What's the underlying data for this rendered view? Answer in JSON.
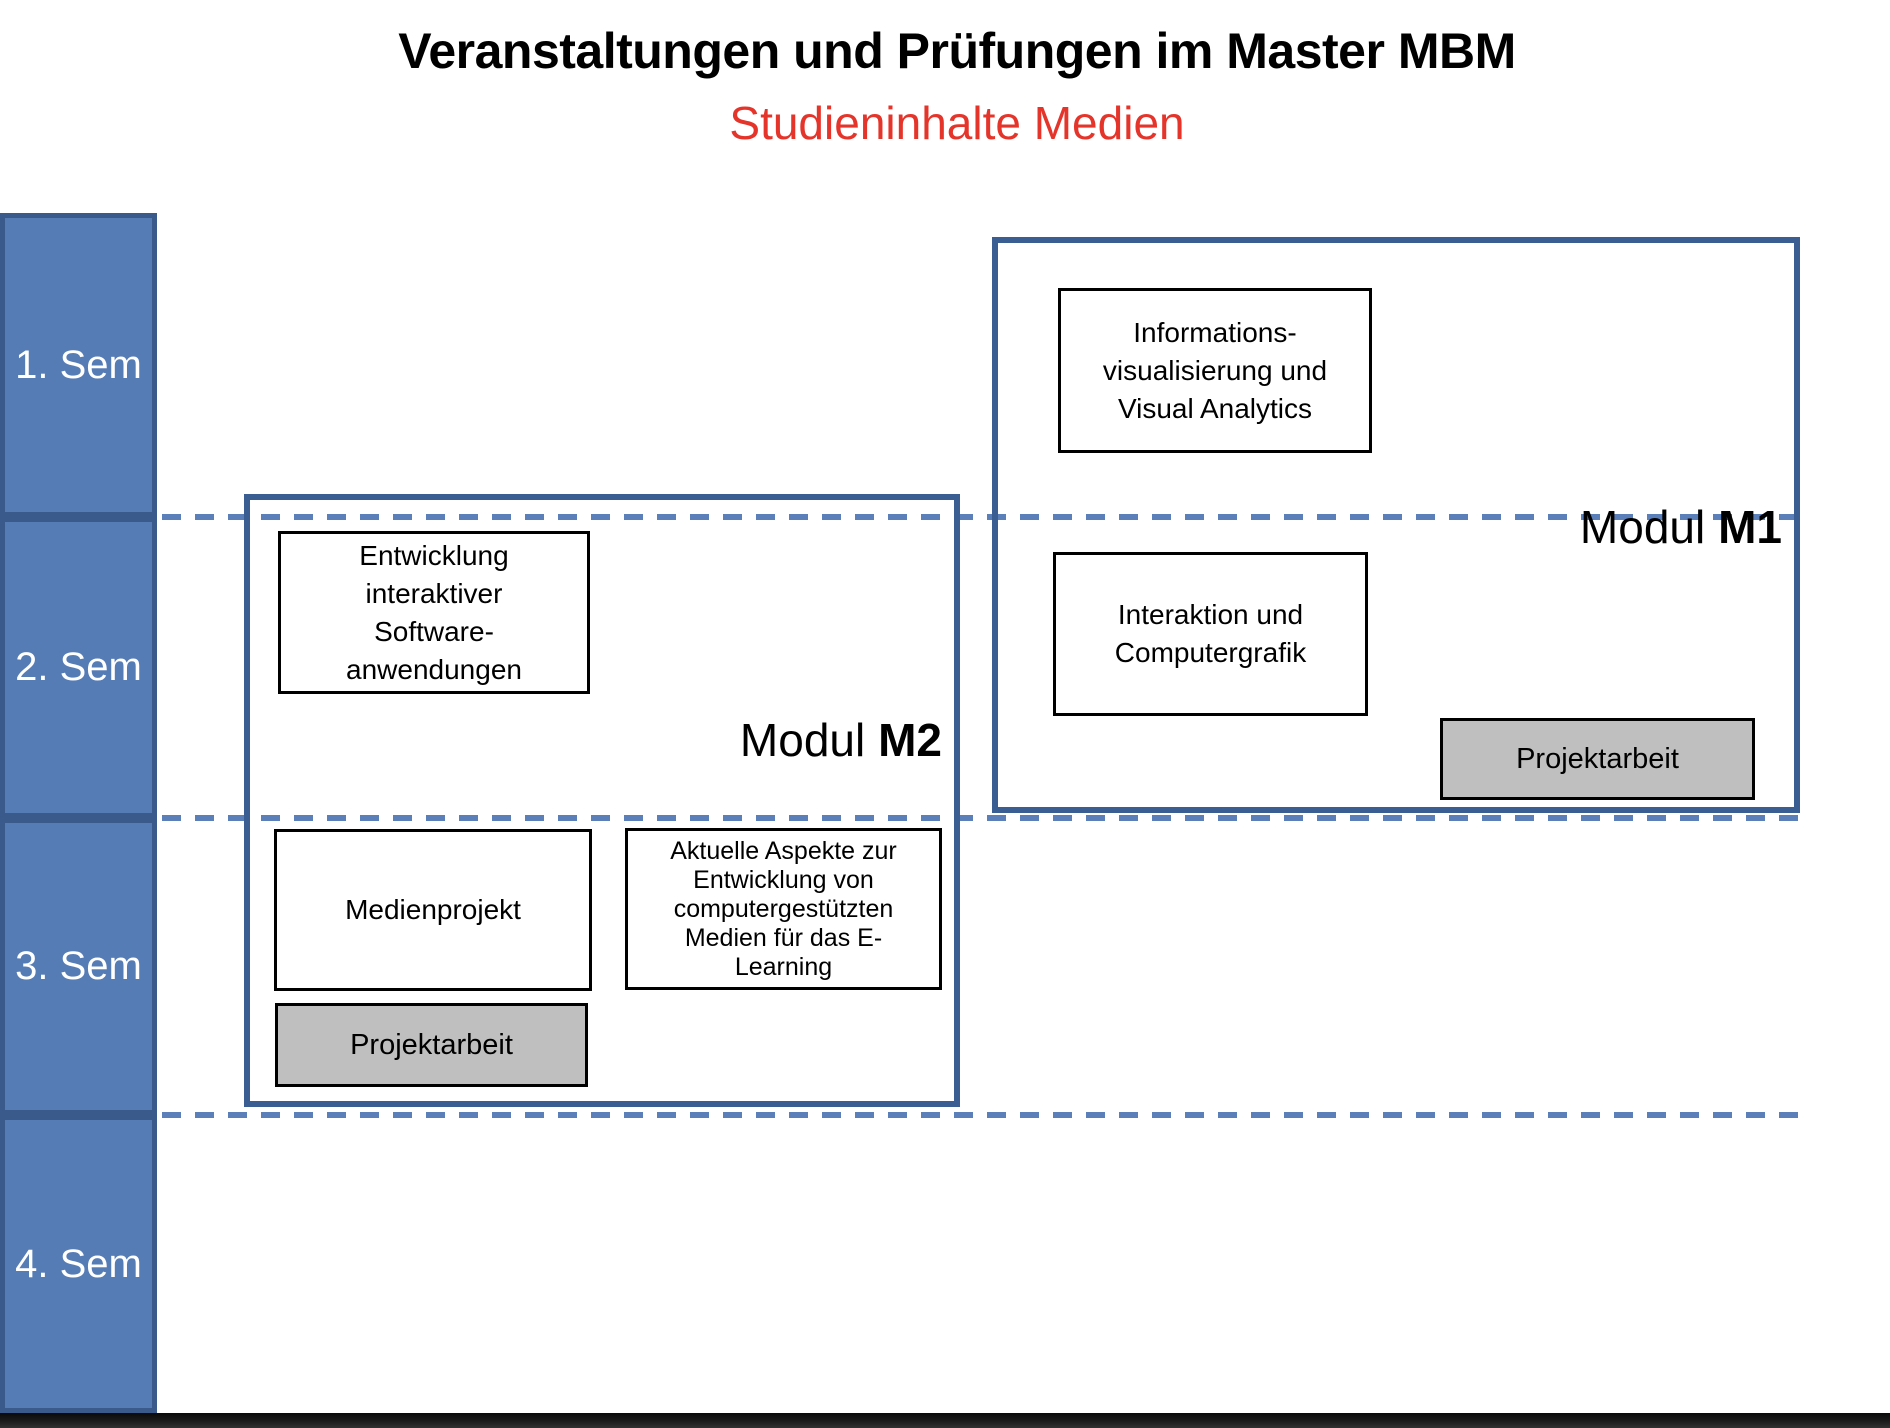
{
  "header": {
    "title": "Veranstaltungen und Prüfungen im Master MBM",
    "subtitle": "Studieninhalte Medien"
  },
  "sidebar": {
    "semesters": [
      {
        "label": "1. Sem"
      },
      {
        "label": "2. Sem"
      },
      {
        "label": "3. Sem"
      },
      {
        "label": "4. Sem"
      }
    ]
  },
  "modules": {
    "m1": {
      "label_prefix": "Modul",
      "label_code": "M1",
      "course_infovis": "Informations-\nvisualisierung und\nVisual Analytics",
      "course_interaction": "Interaktion und\nComputergrafik",
      "exam": "Projektarbeit"
    },
    "m2": {
      "label_prefix": "Modul",
      "label_code": "M2",
      "course_software": "Entwicklung\ninteraktiver\nSoftware-\nanwendungen",
      "course_medienprojekt": "Medienprojekt",
      "course_elearning": "Aktuelle Aspekte zur\nEntwicklung von\ncomputergestützten\nMedien für das E-\nLearning",
      "exam": "Projektarbeit"
    }
  },
  "colors": {
    "sidebar_fill": "#567CB6",
    "sidebar_border": "#3A5A8C",
    "module_border": "#3A5E92",
    "dashed_line": "#5B7FB9",
    "exam_fill": "#BFBFBF",
    "subtitle_red": "#E5352B"
  }
}
